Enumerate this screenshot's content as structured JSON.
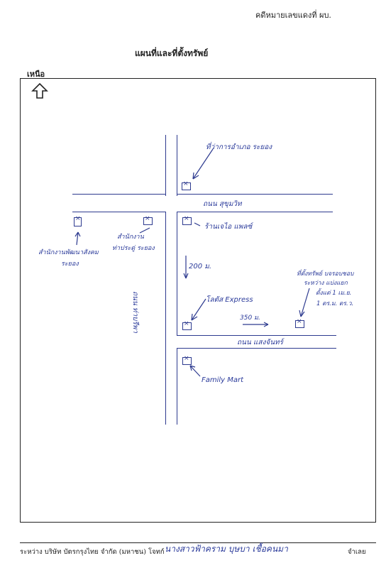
{
  "header": {
    "case_no": "คดีหมายเลขแดงที่ ผบ.",
    "title": "แผนที่และที่ตั้งทรัพย์",
    "north": "เหนือ"
  },
  "map": {
    "labels": {
      "top_right_place": "ที่ว่าการอำเภอ ระยอง",
      "sukhumvit_road": "ถนน สุขุมวิท",
      "right_mid_place": "ร้านเจไอ แพลซ์",
      "left_office_line1": "สำนักงานพัฒนาสังคม",
      "left_office_line2": "ระยอง",
      "left_office2_line1": "สำนักงาน",
      "left_office2_line2": "ท่าประดู่ ระยอง",
      "vertical_road": "ถนน ท่าบรีพา",
      "distance_down": "200 ม.",
      "express_store": "โลตัส Express",
      "distance_right": "350 ม.",
      "property_line1": "ที่ตั้งทรัพย์ บจรอบชอบ",
      "property_line2": "ระหว่าง แบ่งแยก",
      "property_line3": "ตั้งแต่ 1 เม.ย.",
      "property_line4": "1 ตร.ม. ตร.ว.",
      "lower_road": "ถนน แสงจันทร์",
      "family_mart": "Family Mart"
    }
  },
  "footer": {
    "between_text": "ระหว่าง บริษัท บัตรกรุงไทย จำกัด (มหาชน) โจทก์",
    "defendant_name": "นางสาวฟ้าคราม บุษบา เชื้อคนมา",
    "defendant_label": "จำเลย"
  },
  "colors": {
    "ink": "#2d3a8f",
    "print": "#222222"
  }
}
